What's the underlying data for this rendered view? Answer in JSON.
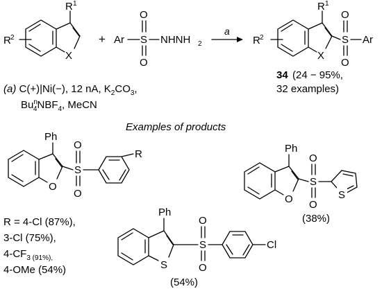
{
  "reaction": {
    "r1": "R",
    "r1_sup": "1",
    "r2": "R",
    "r2_sup": "2",
    "x": "X",
    "plus": "+",
    "ar": "Ar",
    "s": "S",
    "o": "O",
    "hydrazide": "NHNH",
    "hydrazide_sub": "2",
    "arrow_label": "a",
    "product_compound": "34",
    "product_yield": "(24 − 95%,",
    "product_examples": "32 examples)"
  },
  "conditions": {
    "label": "(a)",
    "line1": "C(+)|Ni(−), 12 nA, K",
    "k_sub": "2",
    "line1_tail": "CO",
    "co_sub": "3",
    "line1_end": ",",
    "line2_a": "Bu",
    "line2_sup": "n",
    "line2_sub": "4",
    "line2_b": "NBF",
    "bf_sub": "4",
    "line2_c": ", MeCN"
  },
  "section_title": "Examples of products",
  "products": {
    "p1": {
      "ph": "Ph",
      "o_ring": "O",
      "s": "S",
      "o_top": "O",
      "o_bot": "O",
      "r": "R"
    },
    "p2": {
      "ph": "Ph",
      "o_ring": "O",
      "s": "S",
      "o_top": "O",
      "o_bot": "O",
      "s_ring": "S",
      "yield": "(38%)"
    },
    "p3": {
      "ph": "Ph",
      "s_ring": "S",
      "s": "S",
      "o_top": "O",
      "o_bot": "O",
      "cl": "Cl",
      "yield": "(54%)"
    },
    "r_values": [
      "R = 4-Cl (87%),",
      "3-Cl (75%),",
      "4-CF",
      "3 (91%),",
      "4-OMe (54%)"
    ]
  }
}
